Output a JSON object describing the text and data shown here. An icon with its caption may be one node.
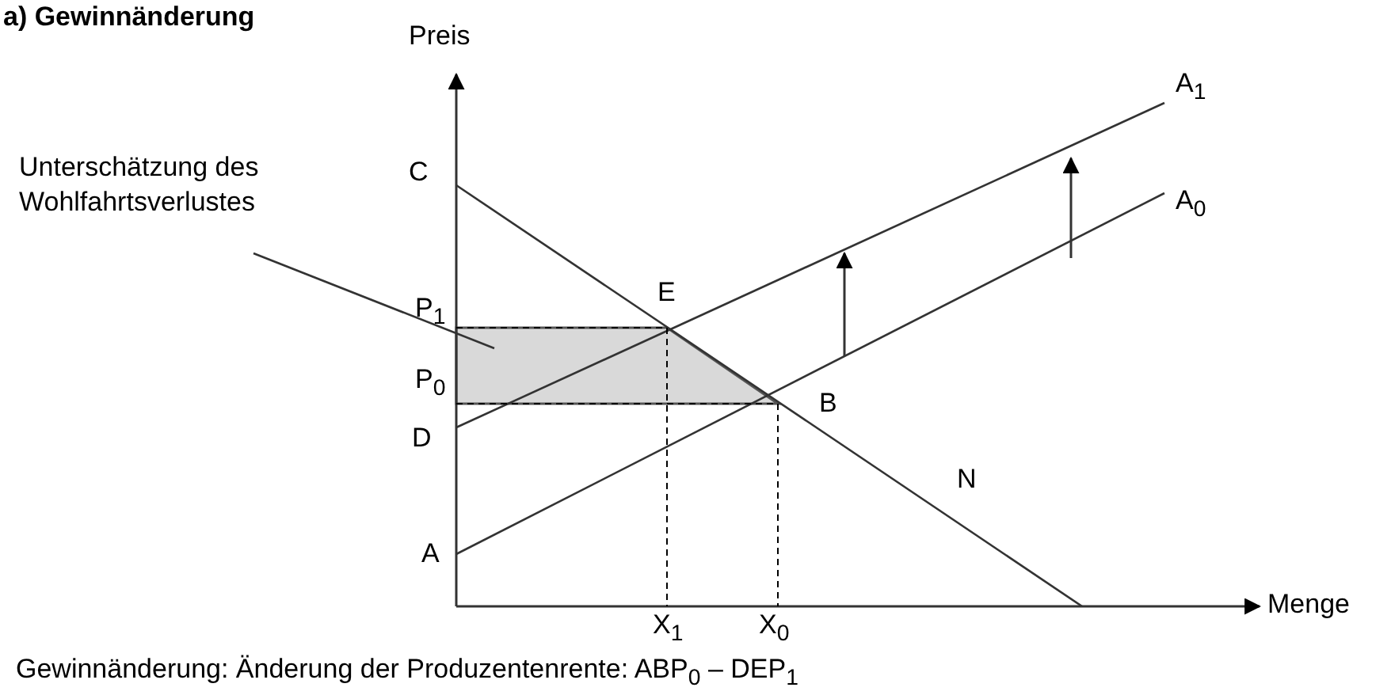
{
  "diagram": {
    "title": "a) Gewinnänderung",
    "caption": "Gewinnänderung:  Änderung der Produzentenrente: ABP$_{0}$ – DEP$_{1}$",
    "nodes": [
      {
        "text": [
          "Unterschätzung des Wohlfahrtsverlustes"
        ]
      },
      {
        "text": [],
        "shape": "polygon"
      }
    ],
    "edges": [
      {
        "from": 0,
        "to": 1,
        "arrow": "none"
      }
    ],
    "labels": [
      "Preis",
      "A$_{1}$",
      "C",
      "A$_{0}$",
      "E",
      "P$_{1}$",
      "P$_{0}$",
      "B",
      "D",
      "N",
      "A",
      "Menge",
      "X$_{1}$",
      "X$_{0}$"
    ]
  }
}
